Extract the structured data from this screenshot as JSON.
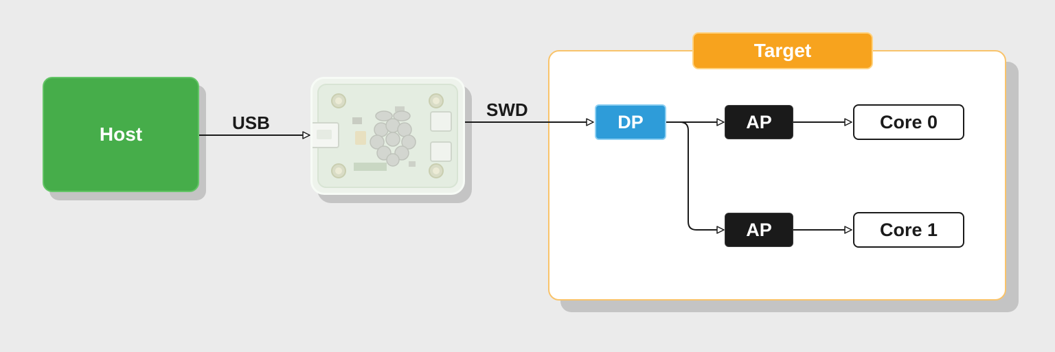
{
  "nodes": {
    "host": "Host",
    "target_title": "Target",
    "dp": "DP",
    "ap0": "AP",
    "ap1": "AP",
    "core0": "Core 0",
    "core1": "Core 1"
  },
  "connections": {
    "usb": "USB",
    "swd": "SWD"
  },
  "icons": {
    "probe": "debug-probe-board-with-raspberry-logo"
  },
  "colors": {
    "background": "#ebebeb",
    "host": "#46ad4a",
    "target_accent": "#f7a31e",
    "dp": "#2e9cd9",
    "ap": "#1a1a1a"
  }
}
